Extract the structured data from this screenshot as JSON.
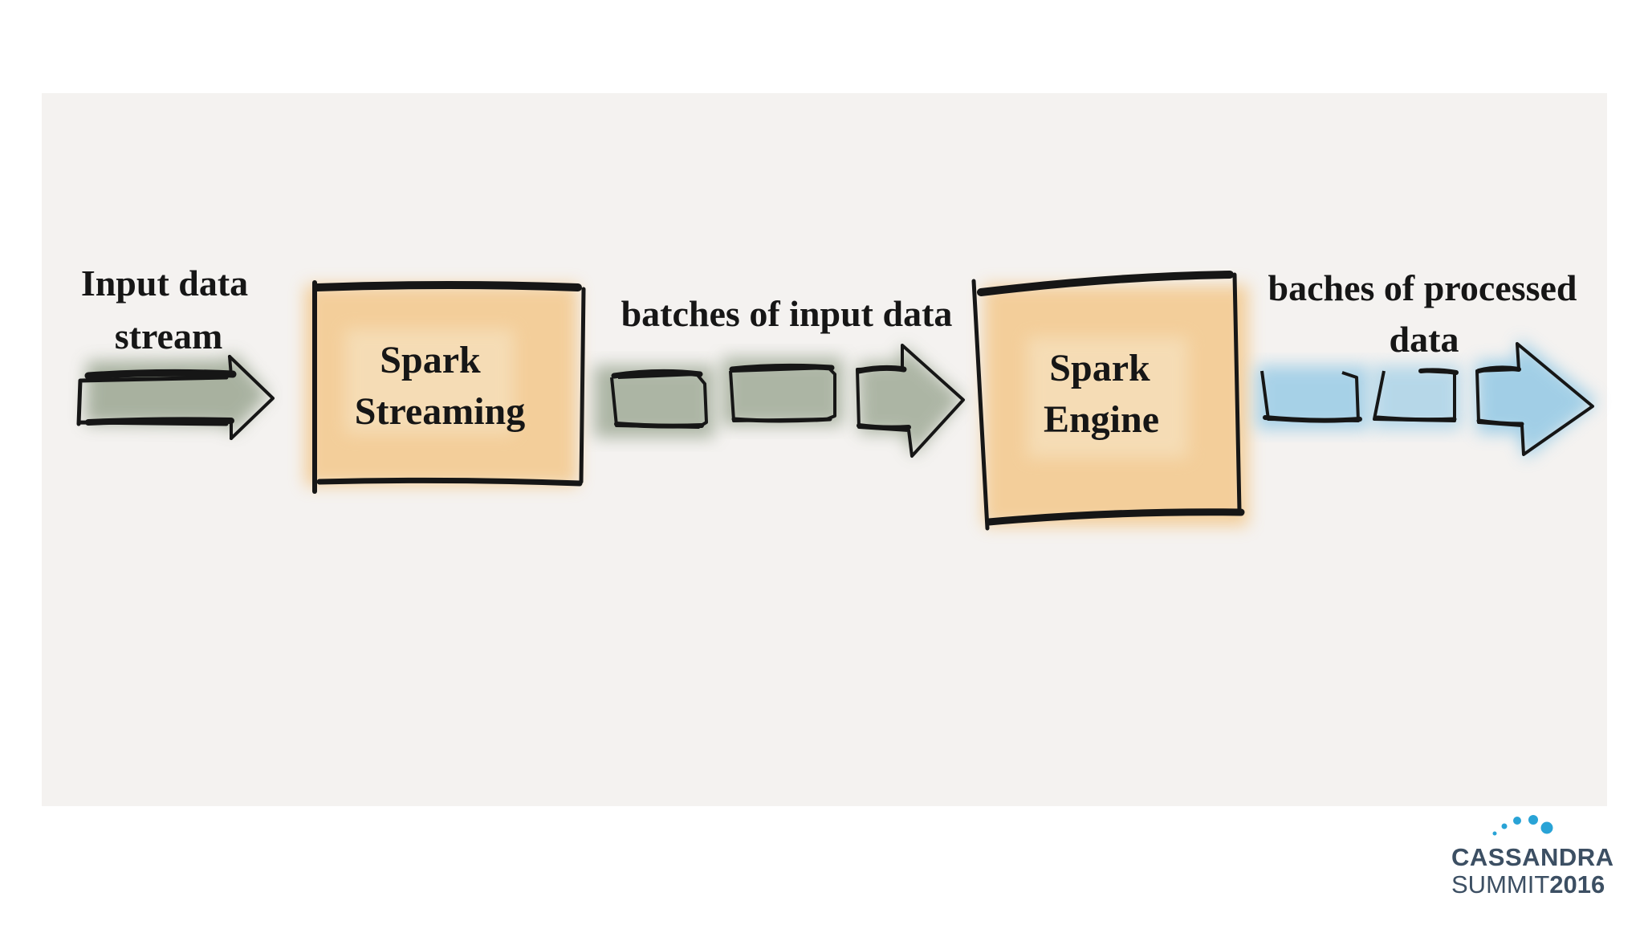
{
  "diagram": {
    "labels": {
      "input_stream_line1": "Input data",
      "input_stream_line2": "stream",
      "spark_streaming_line1": "Spark",
      "spark_streaming_line2": "Streaming",
      "batches_input": "batches of input data",
      "spark_engine_line1": "Spark",
      "spark_engine_line2": "Engine",
      "batches_processed_line1": "baches of processed",
      "batches_processed_line2": "data"
    },
    "colors": {
      "panel_background": "#f4f2f0",
      "input_wash": "#8f9c85",
      "box_wash": "#f3c27e",
      "output_wash": "#8dc6e4",
      "ink": "#161616"
    }
  },
  "logo": {
    "line1": "CASSANDRA",
    "line2_light": "SUMMIT",
    "line2_bold": "2016",
    "text_color": "#3c4f63",
    "dot_color": "#29a3d6"
  }
}
